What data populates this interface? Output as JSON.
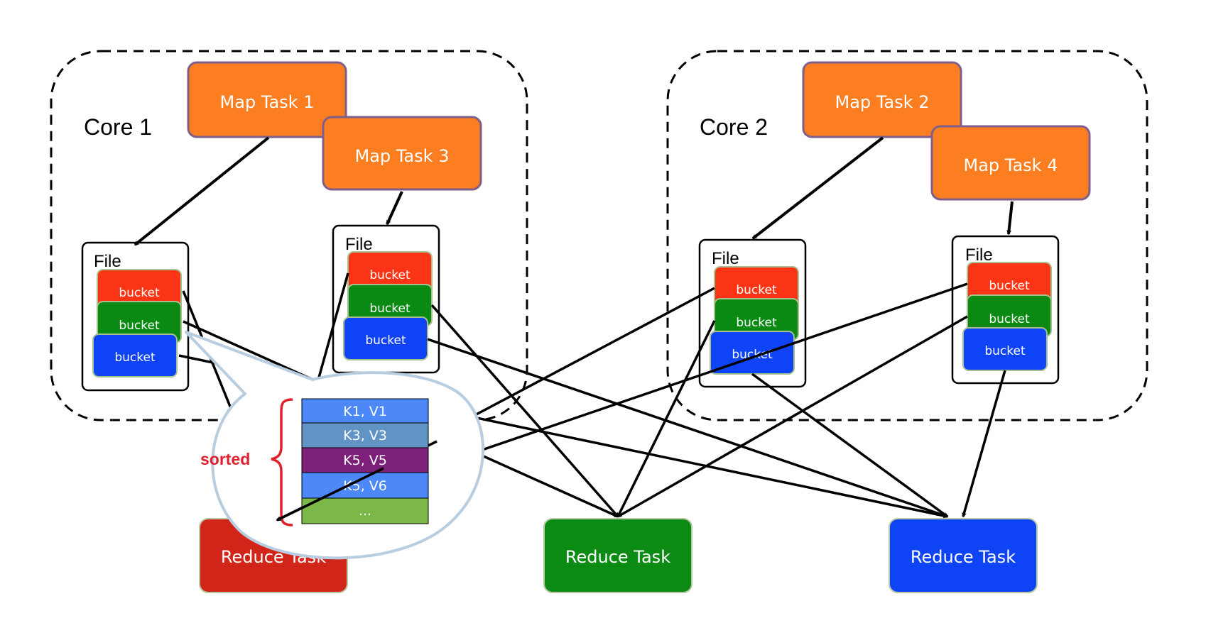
{
  "cores": [
    {
      "label": "Core 1"
    },
    {
      "label": "Core 2"
    }
  ],
  "map_tasks": [
    "Map Task 1",
    "Map Task 3",
    "Map Task 2",
    "Map Task 4"
  ],
  "file_label": "File",
  "bucket_label": "bucket",
  "reduce_tasks": [
    "Reduce Task",
    "Reduce Task",
    "Reduce Task"
  ],
  "callout": {
    "sorted_label": "sorted",
    "rows": [
      "K1, V1",
      "K3, V3",
      "K5, V5",
      "K5, V6",
      "..."
    ]
  },
  "colors": {
    "map_fill": "#fd7e20",
    "map_border": "#7d5f8e",
    "bucket_red": "#fa3414",
    "bucket_green": "#0a8a12",
    "bucket_blue": "#0f43f6",
    "reduce_red": "#d2251a",
    "reduce_green": "#0b8a14",
    "reduce_blue": "#0f43f6",
    "sorted_red": "#e0202e"
  }
}
